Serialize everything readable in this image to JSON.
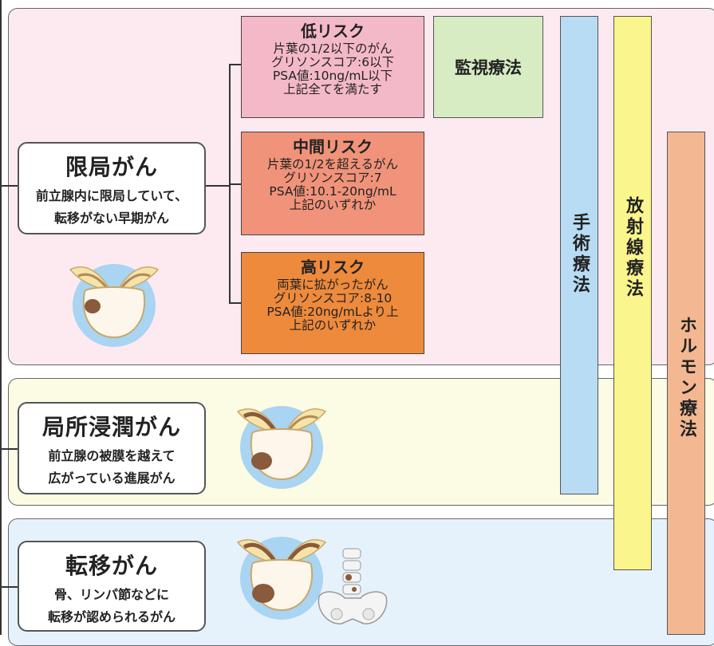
{
  "stages": [
    {
      "title": "限局がん",
      "desc": [
        "前立腺内に限局していて、",
        "転移がない早期がん"
      ]
    },
    {
      "title": "局所浸潤がん",
      "desc": [
        "前立腺の被膜を越えて",
        "広がっている進展がん"
      ]
    },
    {
      "title": "転移がん",
      "desc": [
        "骨、リンパ節などに",
        "転移が認められるがん"
      ]
    }
  ],
  "risks": [
    {
      "title": "低リスク",
      "lines": [
        "片葉の1/2以下のがん",
        "グリソンスコア:6以下",
        "PSA値:10ng/mL以下",
        "上記全てを満たす"
      ],
      "color": "#f4b9c8"
    },
    {
      "title": "中間リスク",
      "lines": [
        "片葉の1/2を超えるがん",
        "グリソンスコア:7",
        "PSA値:10.1-20ng/mL",
        "上記のいずれか"
      ],
      "color": "#f0937a"
    },
    {
      "title": "高リスク",
      "lines": [
        "両葉に拡がったがん",
        "グリソンスコア:8-10",
        "PSA値:20ng/mLより上",
        "上記のいずれか"
      ],
      "color": "#ee8a3c"
    }
  ],
  "treatments": {
    "monitoring": "監視療法",
    "surgery": "手術療法",
    "radiation": "放射線療法",
    "hormone": "ホルモン療法"
  },
  "colors": {
    "panel_localized": "#fdeaf1",
    "panel_invasive": "#fcfbe3",
    "panel_metastatic": "#e6f2fb",
    "surgery_bar": "#b7dcf4",
    "radiation_bar": "#faf58c",
    "hormone_bar": "#f3b891",
    "monitoring_box": "#d8ecc3",
    "prostate_circle": "#a9d4f2"
  },
  "icons": [
    "prostate-icon",
    "prostate-icon",
    "prostate-icon",
    "pelvis-spine-icon"
  ]
}
